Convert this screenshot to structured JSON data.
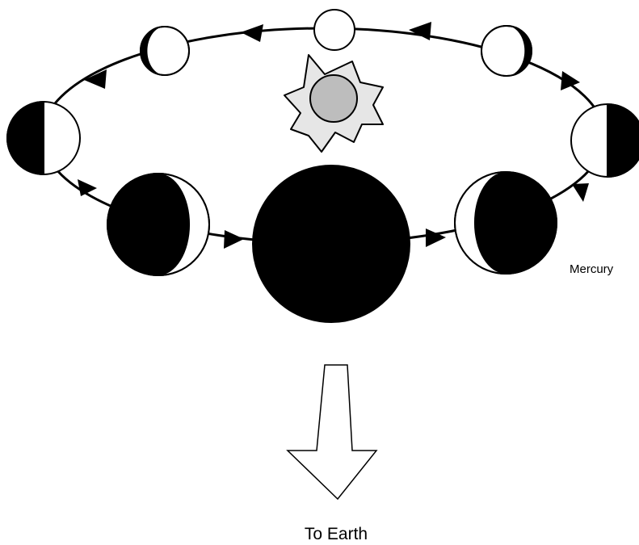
{
  "labels": {
    "planet": "Mercury",
    "direction": "To Earth"
  },
  "phases": [
    "full",
    "gibbous",
    "quarter",
    "crescent",
    "new",
    "crescent",
    "quarter",
    "gibbous"
  ],
  "colors": {
    "lit": "#ffffff",
    "dark": "#000000",
    "sun_rays": "#e6e6e6",
    "sun_core": "#bdbdbd",
    "stroke": "#000000"
  }
}
